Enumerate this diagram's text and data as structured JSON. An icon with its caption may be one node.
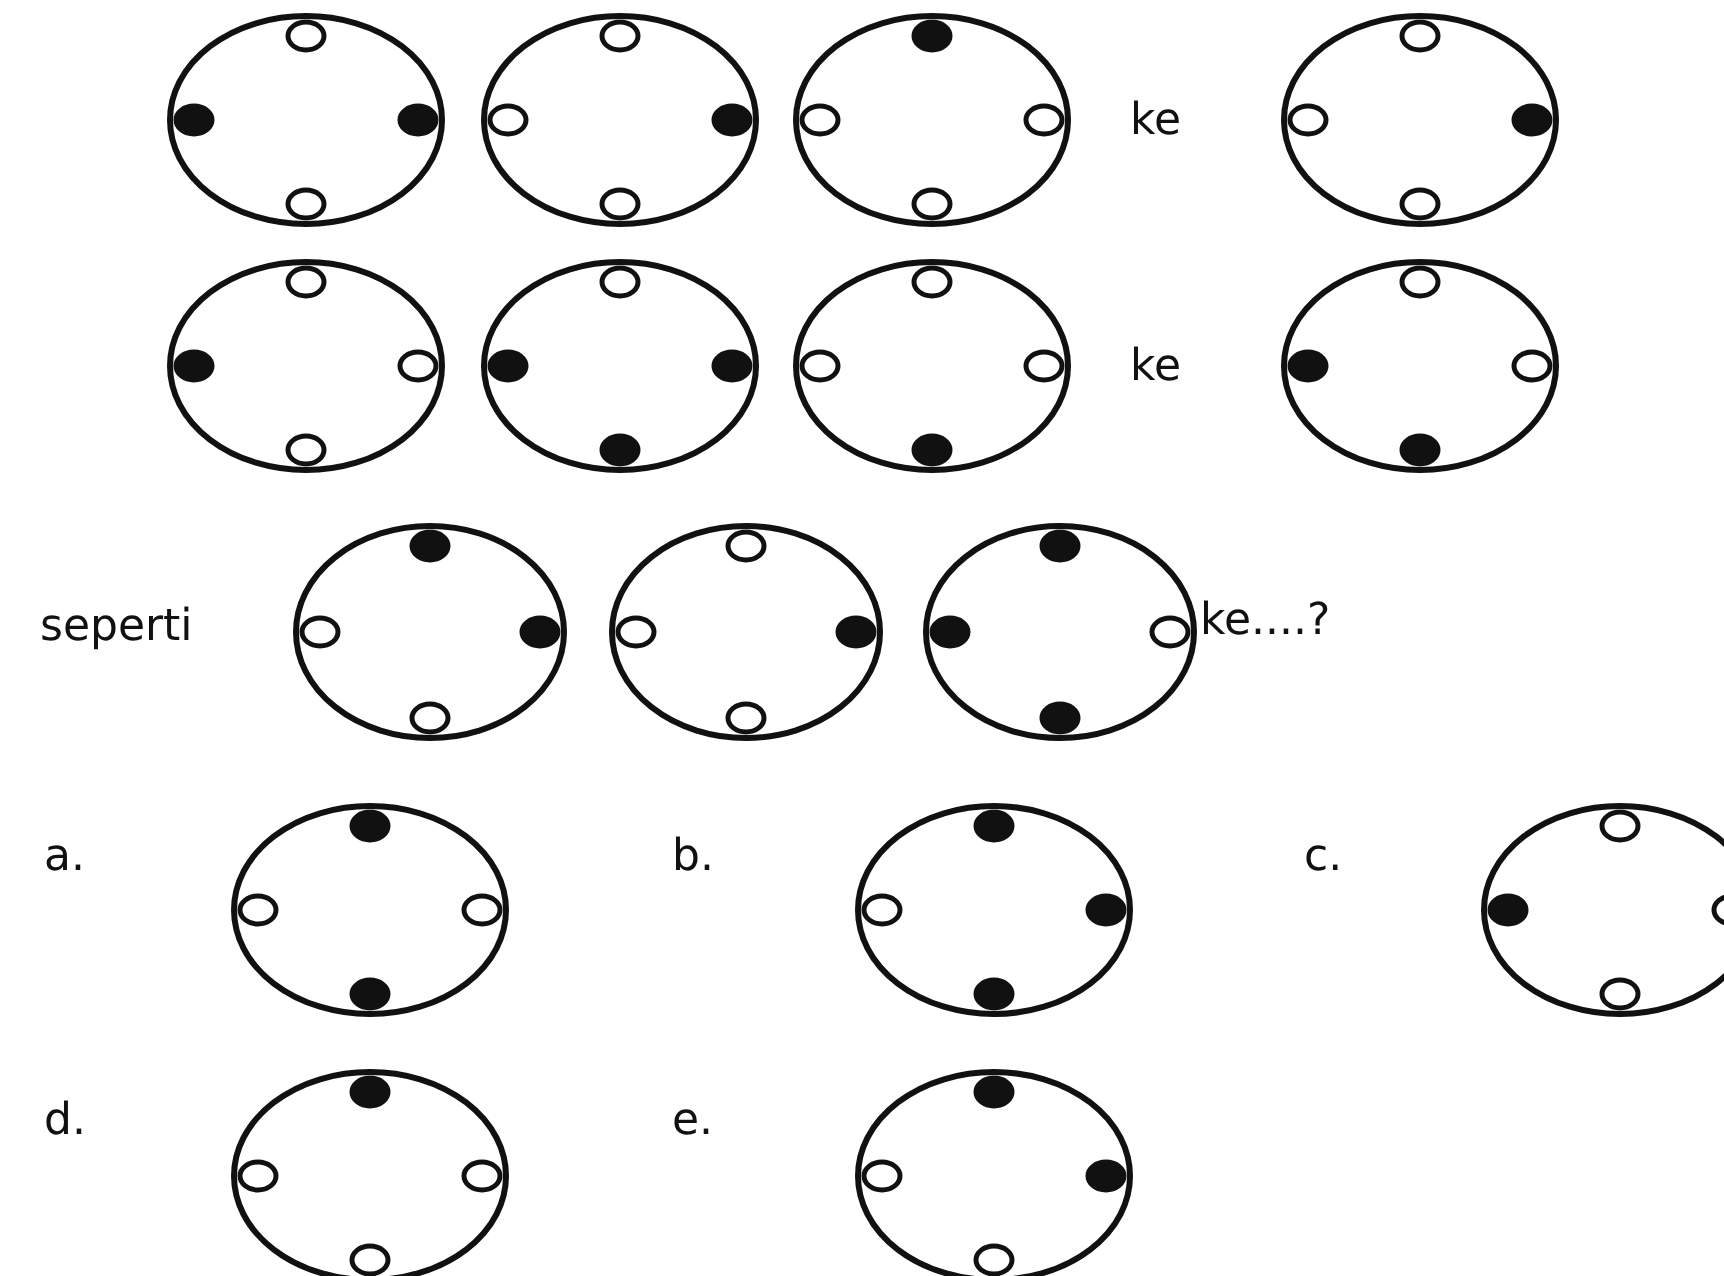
{
  "diagram": {
    "nodes": [
      {
        "text": [],
        "shape": "circle"
      },
      {
        "text": [],
        "shape": "circle"
      },
      {
        "text": [],
        "shape": "circle"
      },
      {
        "text": [],
        "shape": "circle"
      },
      {
        "text": [],
        "shape": "circle"
      },
      {
        "text": [],
        "shape": "circle"
      },
      {
        "text": [],
        "shape": "circle"
      },
      {
        "text": [],
        "shape": "circle"
      },
      {
        "text": [],
        "shape": "circle"
      },
      {
        "text": [],
        "shape": "circle"
      },
      {
        "text": [],
        "shape": "circle"
      },
      {
        "text": [],
        "shape": "circle"
      },
      {
        "text": [],
        "shape": "circle"
      },
      {
        "text": [],
        "shape": "circle"
      },
      {
        "text": [],
        "shape": "circle"
      },
      {
        "text": [],
        "shape": "circle"
      }
    ],
    "labels": [
      "ke",
      "ke",
      "seperti",
      "ke....?",
      "a.",
      "b.",
      "c.",
      "d.",
      "e."
    ]
  }
}
